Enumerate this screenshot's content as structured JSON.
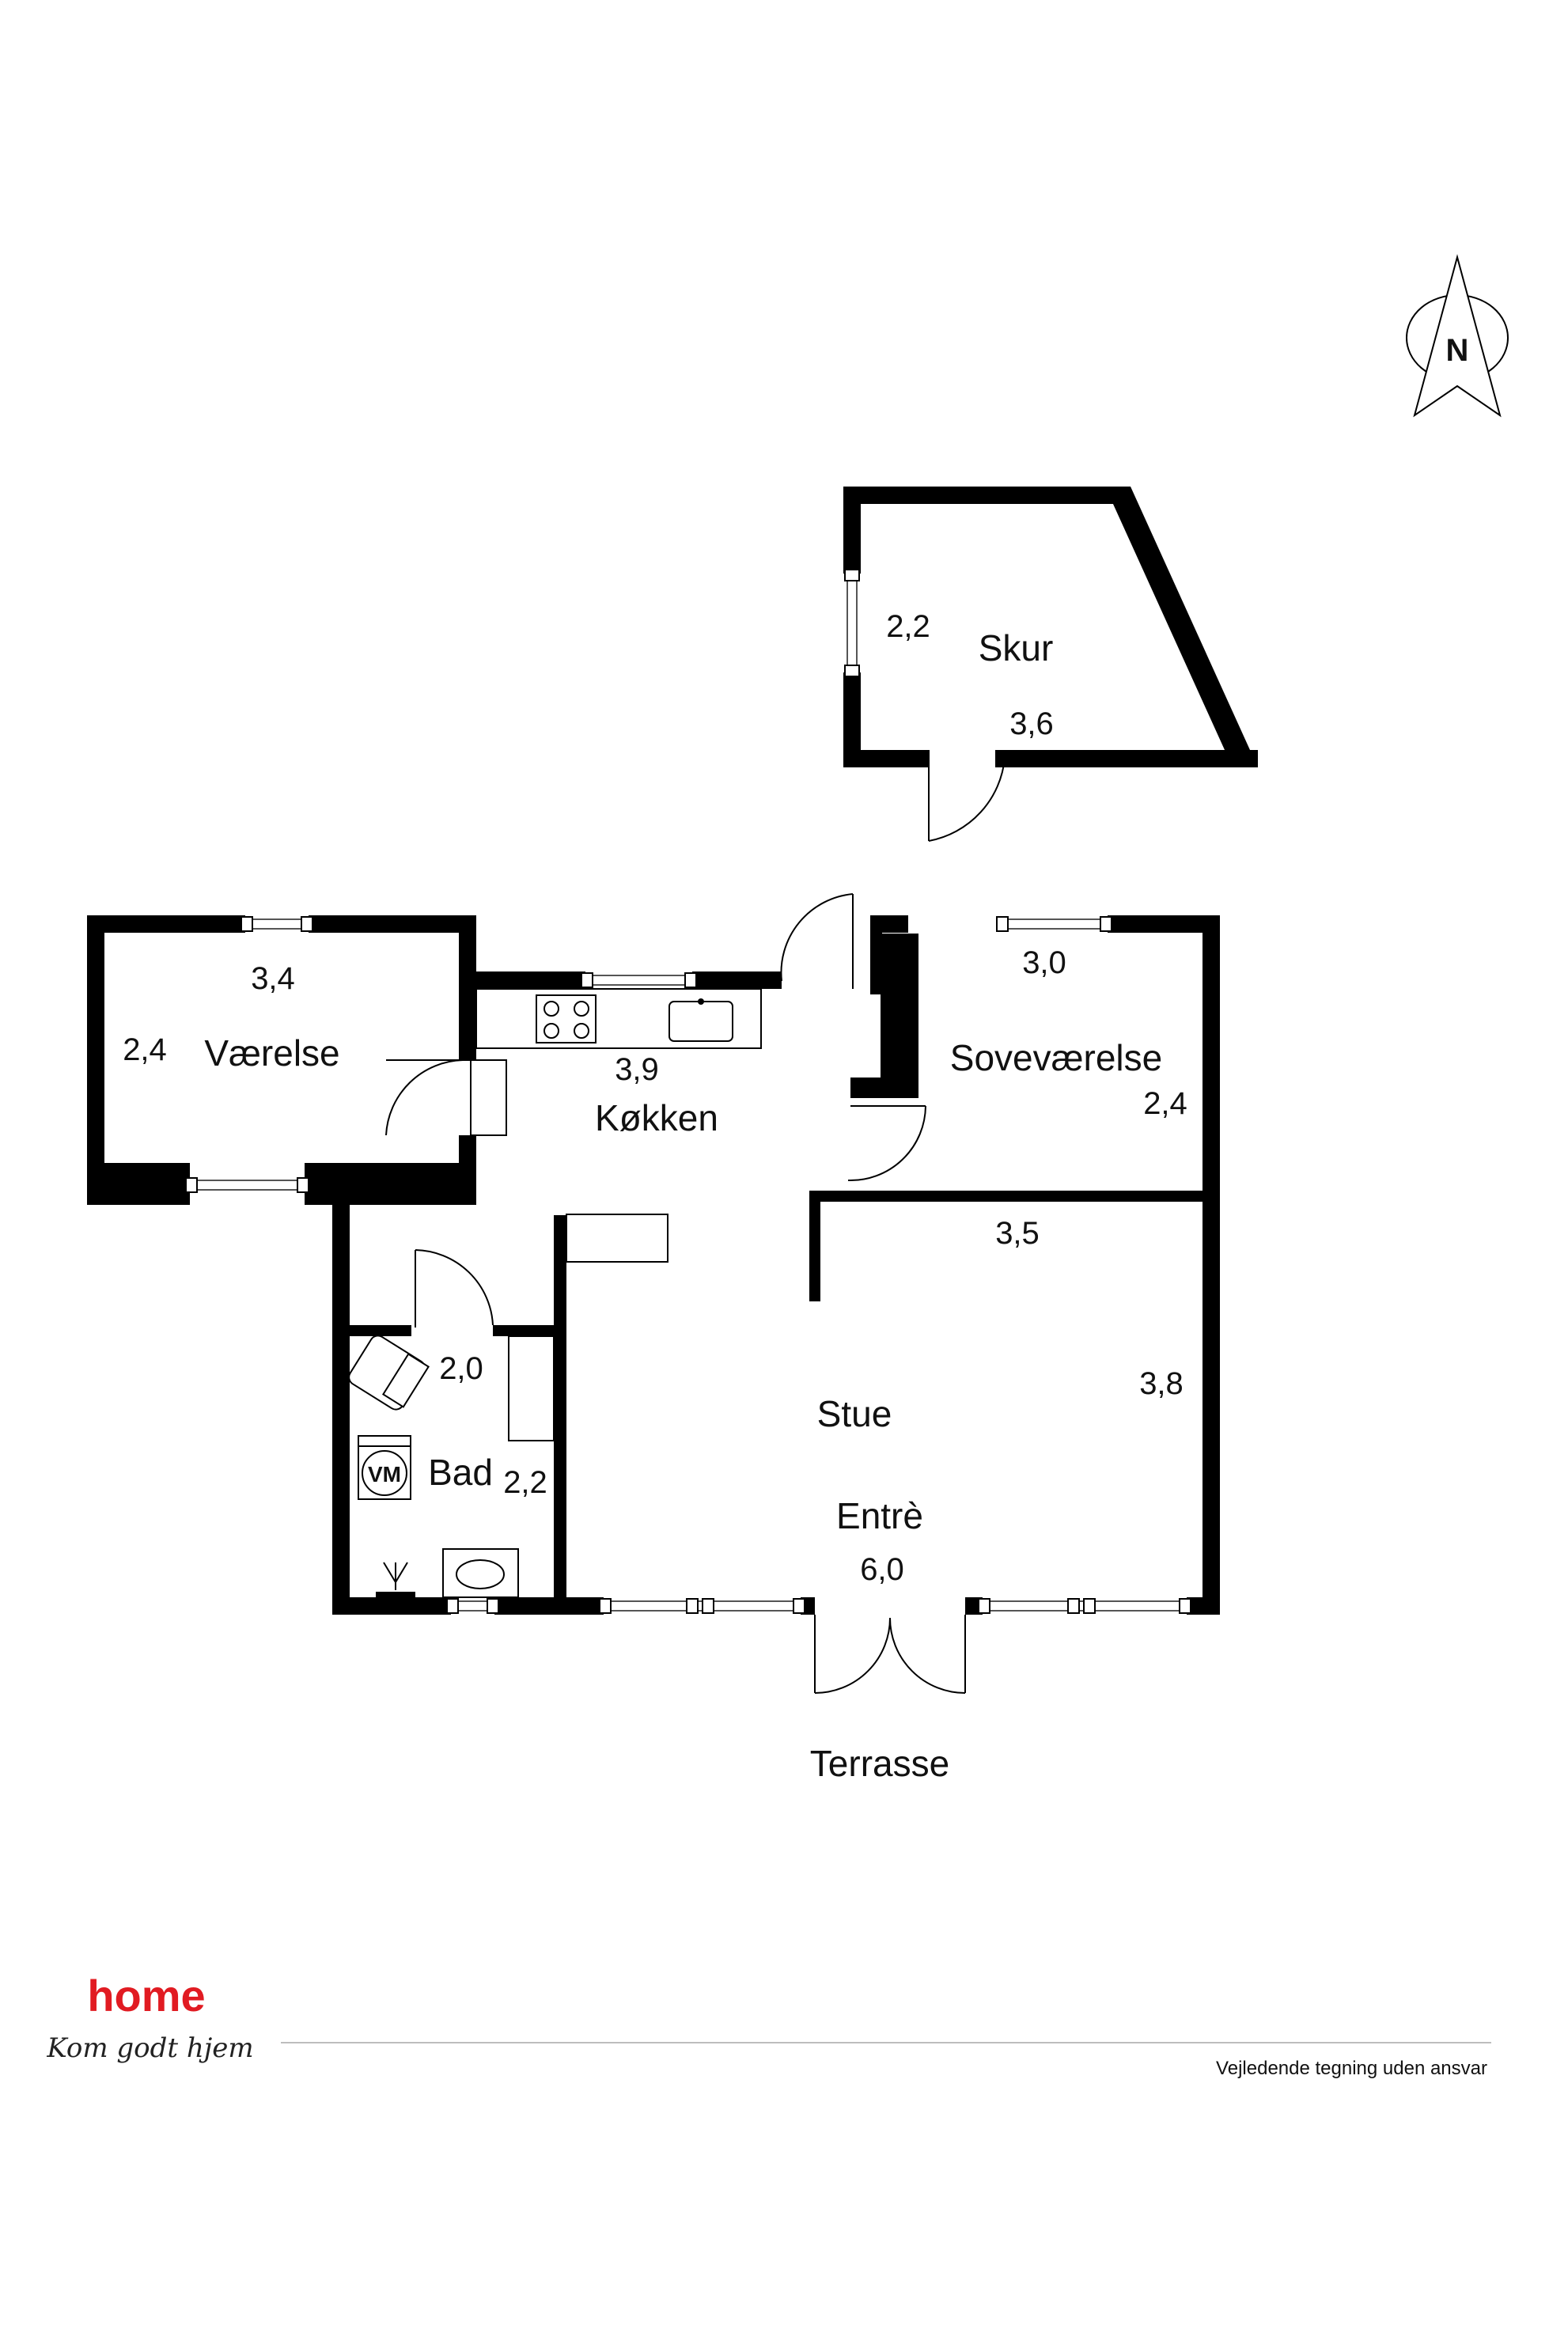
{
  "rooms": {
    "skur": "Skur",
    "vaerelse": "Værelse",
    "kokken": "Køkken",
    "sovevaerelse": "Soveværelse",
    "bad": "Bad",
    "stue": "Stue",
    "entre": "Entrè"
  },
  "dimensions": {
    "skur_width": "3,6",
    "skur_depth": "2,2",
    "vaerelse_width": "3,4",
    "vaerelse_depth": "2,4",
    "kokken_width": "3,9",
    "sovevaerelse_width": "3,0",
    "sovevaerelse_depth": "2,4",
    "stue_width": "3,5",
    "stue_depth": "3,8",
    "bad_width": "2,0",
    "bad_depth": "2,2",
    "entre_width": "6,0"
  },
  "outside": {
    "terrasse": "Terrasse"
  },
  "fixtures": {
    "washer": "VM"
  },
  "compass": {
    "label": "N"
  },
  "footer": {
    "brand": "home",
    "tagline": "Kom godt hjem",
    "disclaimer": "Vejledende tegning uden ansvar"
  },
  "colors": {
    "brand": "#e11b22",
    "wall": "#000000"
  }
}
